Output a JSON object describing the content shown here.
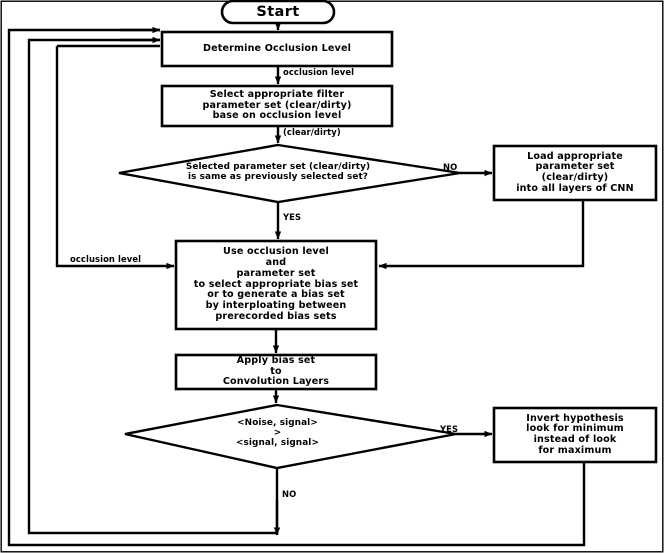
{
  "diagram": {
    "type": "flowchart",
    "title": "",
    "outer_border": true,
    "colors": {
      "stroke": "#000000",
      "fill": "#ffffff",
      "text": "#000000"
    },
    "nodes": [
      {
        "id": "start",
        "shape": "terminator",
        "label": "Start"
      },
      {
        "id": "determine",
        "shape": "process",
        "label": "Determine Occlusion Level"
      },
      {
        "id": "select",
        "shape": "process",
        "label": "Select appropriate filter\nparameter set (clear/dirty)\nbase on occlusion level"
      },
      {
        "id": "same",
        "shape": "decision",
        "label": "Selected parameter set (clear/dirty)\nis same as previously selected set?"
      },
      {
        "id": "load",
        "shape": "process",
        "label": "Load appropriate\nparameter set\n(clear/dirty)\ninto all layers of CNN"
      },
      {
        "id": "use",
        "shape": "process",
        "label": "Use occlusion level\nand\nparameter set\nto select appropriate bias set\nor to generate a bias set\nby interploating between\nprerecorded bias sets"
      },
      {
        "id": "apply",
        "shape": "process",
        "label": "Apply bias set\nto\nConvolution Layers"
      },
      {
        "id": "compare",
        "shape": "decision",
        "label": "<Noise, signal>\n>\n<signal, signal>"
      },
      {
        "id": "invert",
        "shape": "process",
        "label": "Invert hypothesis\nlook for minimum\ninstead of look\nfor maximum"
      }
    ],
    "edges": [
      {
        "id": "e-start-determine",
        "from": "start",
        "to": "determine",
        "label": ""
      },
      {
        "id": "e-determine-select",
        "from": "determine",
        "to": "select",
        "label": "occlusion level"
      },
      {
        "id": "e-select-same",
        "from": "select",
        "to": "same",
        "label": "(clear/dirty)"
      },
      {
        "id": "e-same-load",
        "from": "same",
        "to": "load",
        "label": "NO"
      },
      {
        "id": "e-same-use",
        "from": "same",
        "to": "use",
        "label": "YES"
      },
      {
        "id": "e-load-use",
        "from": "load",
        "to": "use",
        "label": ""
      },
      {
        "id": "e-loop-use",
        "from": "determine",
        "to": "use",
        "label": "occlusion level"
      },
      {
        "id": "e-use-apply",
        "from": "use",
        "to": "apply",
        "label": ""
      },
      {
        "id": "e-apply-compare",
        "from": "apply",
        "to": "compare",
        "label": ""
      },
      {
        "id": "e-compare-invert",
        "from": "compare",
        "to": "invert",
        "label": "YES"
      },
      {
        "id": "e-compare-back",
        "from": "compare",
        "to": "determine",
        "label": "NO"
      },
      {
        "id": "e-invert-back",
        "from": "invert",
        "to": "determine",
        "label": ""
      }
    ]
  }
}
